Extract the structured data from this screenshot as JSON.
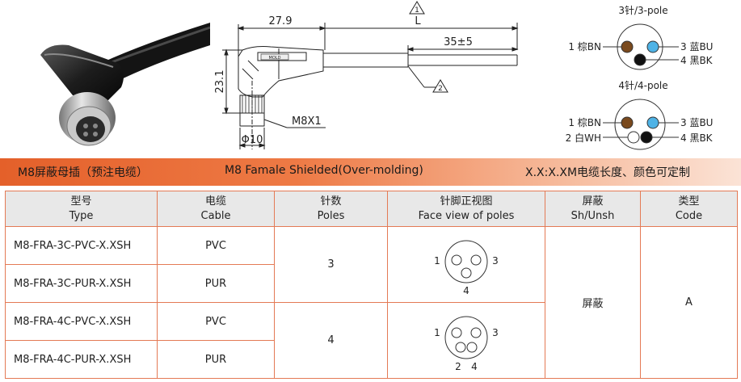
{
  "drawing": {
    "dim_width": "27.9",
    "dim_length": "L",
    "dim_strip": "35±5",
    "dim_height": "23.1",
    "dim_thread": "M8X1",
    "dim_diameter": "Φ10",
    "note_1": "1",
    "note_2": "2",
    "body_logo": "MOLD"
  },
  "pinout": {
    "pole3_title": "3针/3-pole",
    "pole4_title": "4针/4-pole",
    "pole3_pins": {
      "p1": "1 棕BN",
      "p3": "3 蓝BU",
      "p4": "4 黑BK"
    },
    "pole4_pins": {
      "p1": "1 棕BN",
      "p2": "2 白WH",
      "p3": "3 蓝BU",
      "p4": "4 黑BK"
    },
    "colors": {
      "brown": "#7a4a1e",
      "blue": "#4fb3e6",
      "black": "#111111",
      "white": "#ffffff"
    }
  },
  "banner": {
    "title_cn": "M8屏蔽母插（预注电缆）",
    "title_en": "M8 Famale Shielded(Over-molding)",
    "note": "X.X:X.XM电缆长度、颜色可定制",
    "colors": {
      "start": "#e4602a",
      "end": "#fbe3d6"
    }
  },
  "table": {
    "headers": [
      {
        "cn": "型号",
        "en": "Type"
      },
      {
        "cn": "电缆",
        "en": "Cable"
      },
      {
        "cn": "针数",
        "en": "Poles"
      },
      {
        "cn": "针脚正视图",
        "en": "Face view of poles"
      },
      {
        "cn": "屏蔽",
        "en": "Sh/Unsh"
      },
      {
        "cn": "类型",
        "en": "Code"
      }
    ],
    "rows": [
      {
        "type": "M8-FRA-3C-PVC-X.XSH",
        "cable": "PVC"
      },
      {
        "type": "M8-FRA-3C-PUR-X.XSH",
        "cable": "PUR"
      },
      {
        "type": "M8-FRA-4C-PVC-X.XSH",
        "cable": "PVC"
      },
      {
        "type": "M8-FRA-4C-PUR-X.XSH",
        "cable": "PUR"
      }
    ],
    "poles_3": "3",
    "poles_4": "4",
    "shield": "屏蔽",
    "code": "A",
    "face3": {
      "p1": "1",
      "p3": "3",
      "p4": "4"
    },
    "face4": {
      "p1": "1",
      "p2": "2",
      "p3": "3",
      "p4": "4"
    }
  }
}
